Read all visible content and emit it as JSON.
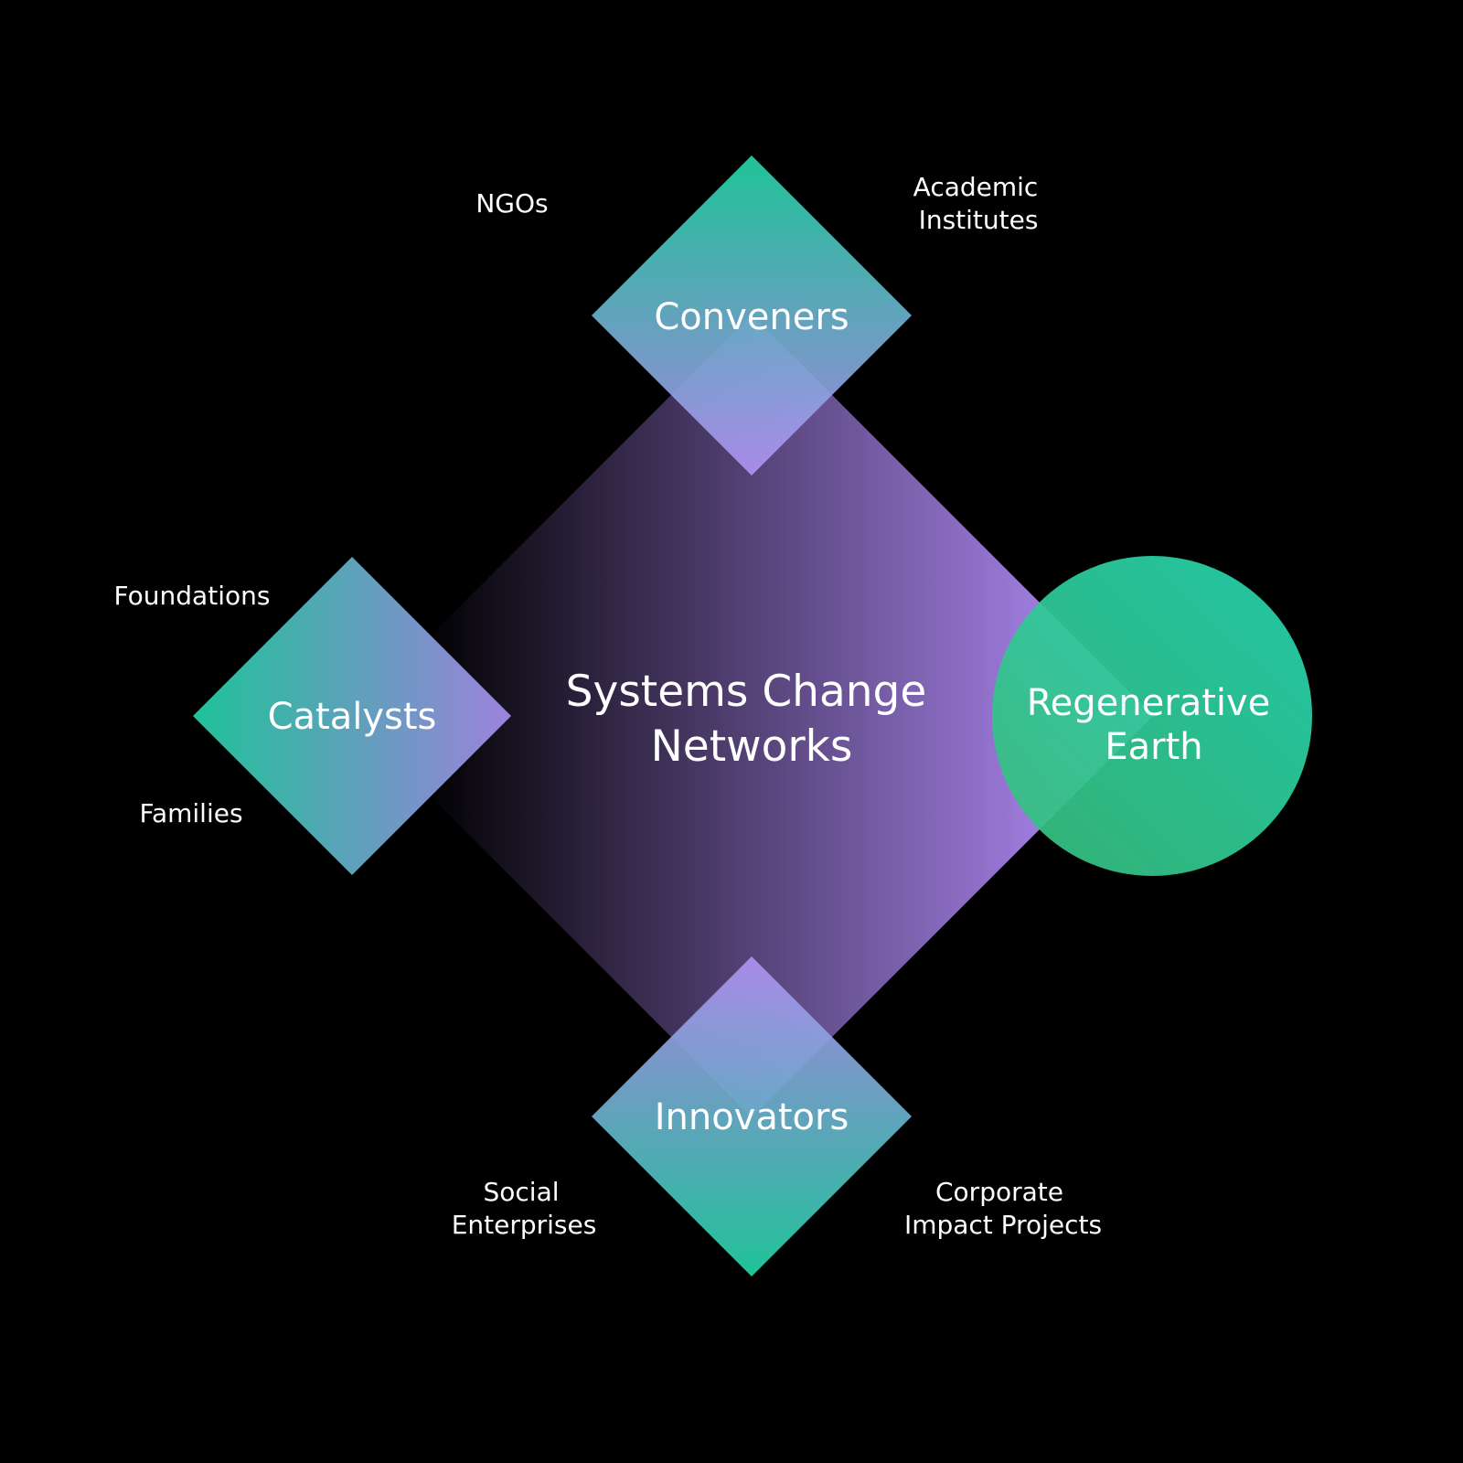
{
  "center": {
    "line1": "Systems Change",
    "line2": "Networks"
  },
  "nodes": {
    "conveners": "Conveners",
    "catalysts": "Catalysts",
    "innovators": "Innovators",
    "earth": {
      "line1": "Regenerative",
      "line2": "Earth"
    }
  },
  "actors": {
    "ngos": "NGOs",
    "academic": {
      "line1": "Academic",
      "line2": "Institutes"
    },
    "foundations": "Foundations",
    "families": "Families",
    "social": {
      "line1": "Social",
      "line2": "Enterprises"
    },
    "corporate": {
      "line1": "Corporate",
      "line2": "Impact Projects"
    }
  },
  "colors": {
    "green": "#22d3a6",
    "purple": "#a682e6",
    "background": "#000000"
  }
}
